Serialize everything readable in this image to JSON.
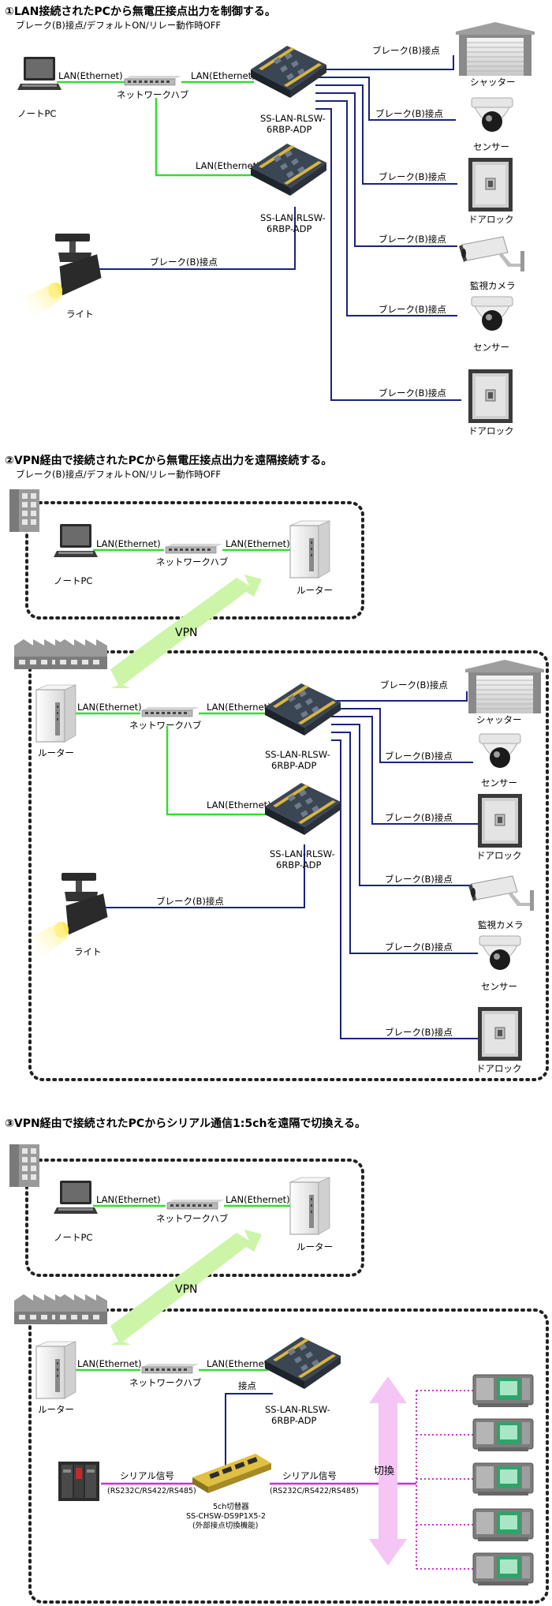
{
  "sections": [
    {
      "title": "①LAN接続されたPCから無電圧接点出力を制御する。",
      "subtitle": "ブレーク(B)接点/デフォルトON/リレー動作時OFF"
    },
    {
      "title": "②VPN経由で接続されたPCから無電圧接点出力を遠隔接続する。",
      "subtitle": "ブレーク(B)接点/デフォルトON/リレー動作時OFF"
    },
    {
      "title": "③VPN経由で接続されたPCからシリアル通信1:5chを遠隔で切換える。"
    }
  ],
  "labels": {
    "lan": "LAN(Ethernet)",
    "hub": "ネットワークハブ",
    "note_pc": "ノートPC",
    "router": "ルーター",
    "vpn": "VPN",
    "device_line1": "SS-LAN-RLSW-",
    "device_line2": "6RBP-ADP",
    "break_contact": "ブレーク(B)接点",
    "light": "ライト",
    "shutter": "シャッター",
    "sensor": "センサー",
    "door_lock": "ドアロック",
    "camera": "監視カメラ",
    "contact": "接点",
    "serial_signal": "シリアル信号",
    "serial_types": "(RS232C/RS422/RS485)",
    "switcher_line1": "5ch切替器",
    "switcher_line2": "SS-CHSW-DS9P1X5-2",
    "switcher_line3": "(外部接点切換機能)",
    "switch": "切換"
  },
  "colors": {
    "lan_line": "#33dd33",
    "contact_line": "#1a237e",
    "serial_line": "#cc33cc",
    "vpn_arrow": "#ccf5a8",
    "switch_arrow": "#f5c6f5",
    "device_body": "#2b3440",
    "device_accent": "#d9b640"
  },
  "icons": [
    "laptop-icon",
    "hub-icon",
    "relay-device-icon",
    "shutter-icon",
    "dome-camera-icon",
    "door-lock-icon",
    "surveillance-camera-icon",
    "spotlight-icon",
    "building-icon",
    "factory-icon",
    "router-icon",
    "serial-switcher-icon",
    "plc-icon",
    "monitor-icon"
  ]
}
